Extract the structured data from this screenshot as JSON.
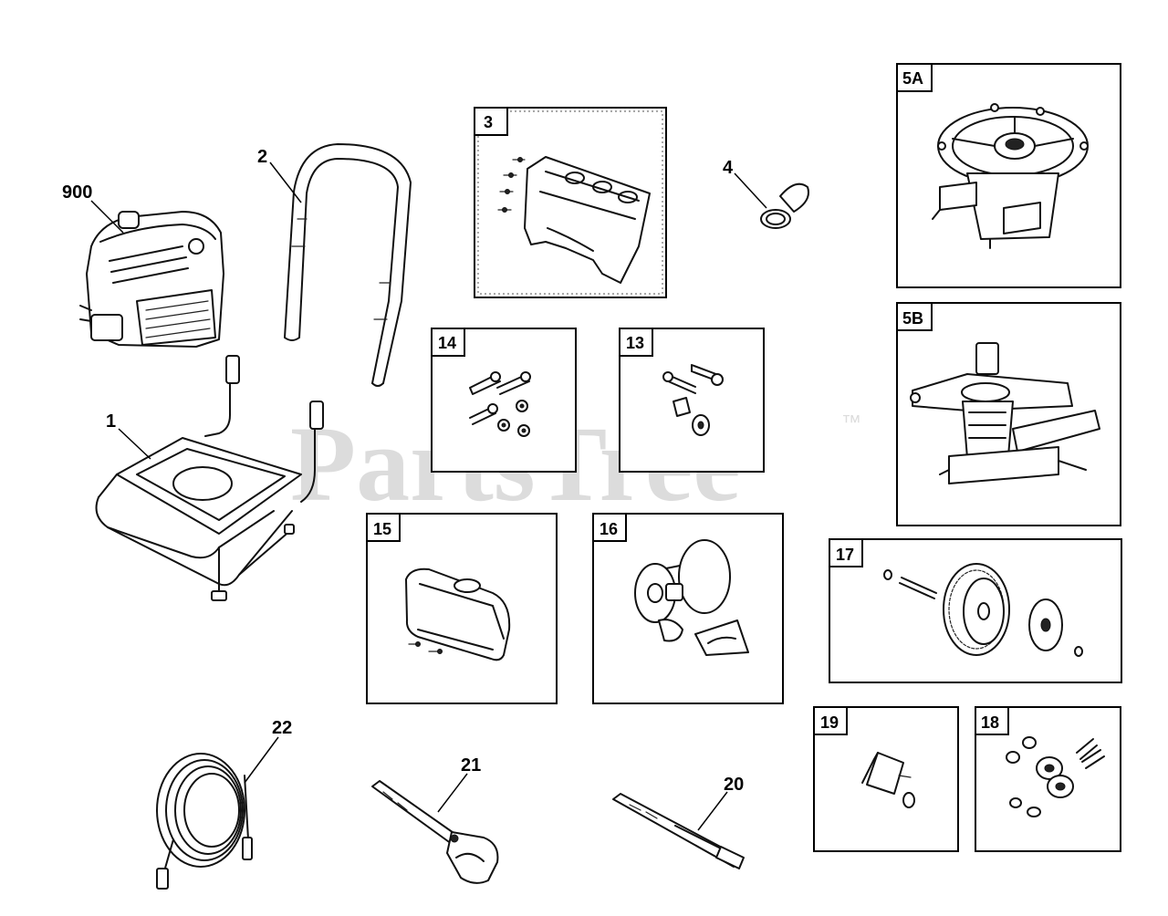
{
  "watermark": {
    "text": "PartsTree",
    "trademark": "™"
  },
  "parts": {
    "p900": "900",
    "p1": "1",
    "p2": "2",
    "p3": "3",
    "p4": "4",
    "p5a": "5A",
    "p5b": "5B",
    "p13": "13",
    "p14": "14",
    "p15": "15",
    "p16": "16",
    "p17": "17",
    "p18": "18",
    "p19": "19",
    "p20": "20",
    "p21": "21",
    "p22": "22"
  }
}
